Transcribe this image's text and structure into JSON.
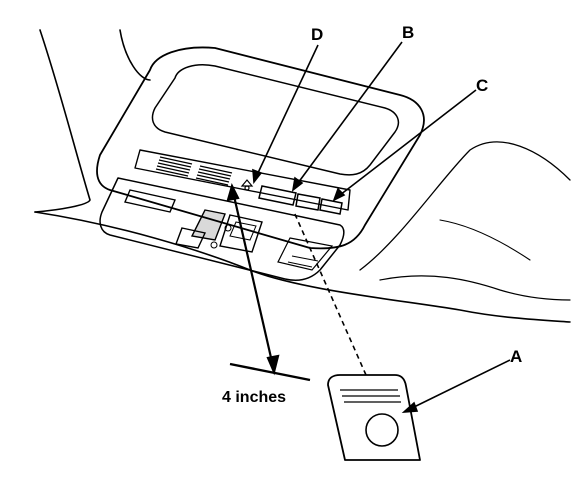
{
  "diagram": {
    "callouts": {
      "a": "A",
      "b": "B",
      "c": "C",
      "d": "D"
    },
    "dimension_label": "4 inches"
  }
}
